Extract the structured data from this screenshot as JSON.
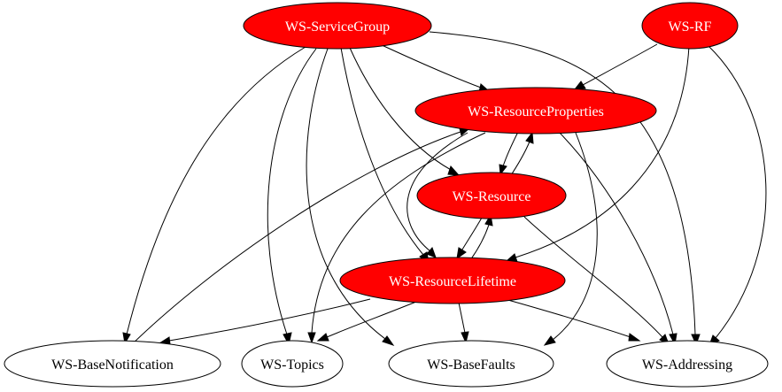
{
  "diagram": {
    "colors": {
      "highlight": "#ff0000",
      "plain": "#ffffff",
      "line": "#000000"
    },
    "nodes": {
      "service_group": "WS-ServiceGroup",
      "rf": "WS-RF",
      "resource_properties": "WS-ResourceProperties",
      "resource": "WS-Resource",
      "resource_lifetime": "WS-ResourceLifetime",
      "base_notification": "WS-BaseNotification",
      "topics": "WS-Topics",
      "base_faults": "WS-BaseFaults",
      "addressing": "WS-Addressing"
    },
    "edges": [
      {
        "from": "WS-ServiceGroup",
        "to": "WS-ResourceProperties"
      },
      {
        "from": "WS-ServiceGroup",
        "to": "WS-Resource"
      },
      {
        "from": "WS-ServiceGroup",
        "to": "WS-ResourceLifetime"
      },
      {
        "from": "WS-ServiceGroup",
        "to": "WS-BaseNotification"
      },
      {
        "from": "WS-ServiceGroup",
        "to": "WS-Topics"
      },
      {
        "from": "WS-ServiceGroup",
        "to": "WS-BaseFaults"
      },
      {
        "from": "WS-ServiceGroup",
        "to": "WS-Addressing"
      },
      {
        "from": "WS-RF",
        "to": "WS-ResourceProperties"
      },
      {
        "from": "WS-RF",
        "to": "WS-ResourceLifetime"
      },
      {
        "from": "WS-RF",
        "to": "WS-Addressing"
      },
      {
        "from": "WS-ResourceProperties",
        "to": "WS-Resource"
      },
      {
        "from": "WS-ResourceProperties",
        "to": "WS-ResourceLifetime"
      },
      {
        "from": "WS-ResourceProperties",
        "to": "WS-Topics"
      },
      {
        "from": "WS-ResourceProperties",
        "to": "WS-BaseFaults"
      },
      {
        "from": "WS-ResourceProperties",
        "to": "WS-Addressing"
      },
      {
        "from": "WS-Resource",
        "to": "WS-ResourceProperties"
      },
      {
        "from": "WS-Resource",
        "to": "WS-ResourceLifetime"
      },
      {
        "from": "WS-Resource",
        "to": "WS-Addressing"
      },
      {
        "from": "WS-ResourceLifetime",
        "to": "WS-Resource"
      },
      {
        "from": "WS-ResourceLifetime",
        "to": "WS-BaseNotification"
      },
      {
        "from": "WS-ResourceLifetime",
        "to": "WS-Topics"
      },
      {
        "from": "WS-ResourceLifetime",
        "to": "WS-BaseFaults"
      },
      {
        "from": "WS-ResourceLifetime",
        "to": "WS-Addressing"
      },
      {
        "from": "WS-BaseNotification",
        "to": "WS-ResourceProperties"
      }
    ]
  }
}
